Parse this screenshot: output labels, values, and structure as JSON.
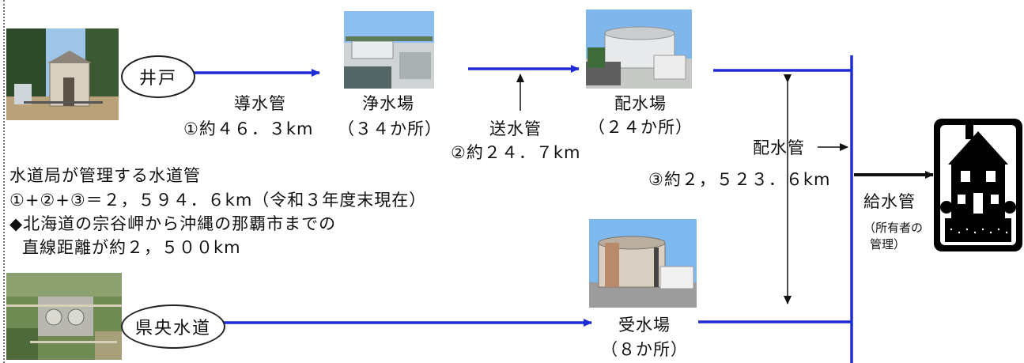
{
  "sources": {
    "well": "井戸",
    "prefecture": "県央水道"
  },
  "facilities": {
    "purification": {
      "name": "浄水場",
      "count": "（３４か所）"
    },
    "distribution": {
      "name": "配水場",
      "count": "（２４か所）"
    },
    "receiving": {
      "name": "受水場",
      "count": "（８か所）"
    }
  },
  "pipes": {
    "intake": {
      "name": "導水管",
      "length": "①約４６．３km"
    },
    "transmission": {
      "name": "送水管",
      "length": "②約２４．７km"
    },
    "distribution": {
      "name": "配水管",
      "length": "③約２，５２３．６km"
    },
    "service": {
      "name": "給水管",
      "note_line1": "（所有者の",
      "note_line2": "管理）"
    }
  },
  "summary": {
    "line1": "水道局が管理する水道管",
    "line2": "①+②+③＝２，５９４．６km（令和３年度末現在）",
    "line3": "◆北海道の宗谷岬から沖縄の那覇市までの",
    "line4": "直線距離が約２，５００km"
  },
  "colors": {
    "pipe": "#1f2bd6",
    "arrow": "#111111"
  },
  "icons": [
    "house-icon",
    "well-photo",
    "purification-plant-photo",
    "distribution-tank-photo",
    "receiving-tank-photo",
    "aerial-photo"
  ]
}
